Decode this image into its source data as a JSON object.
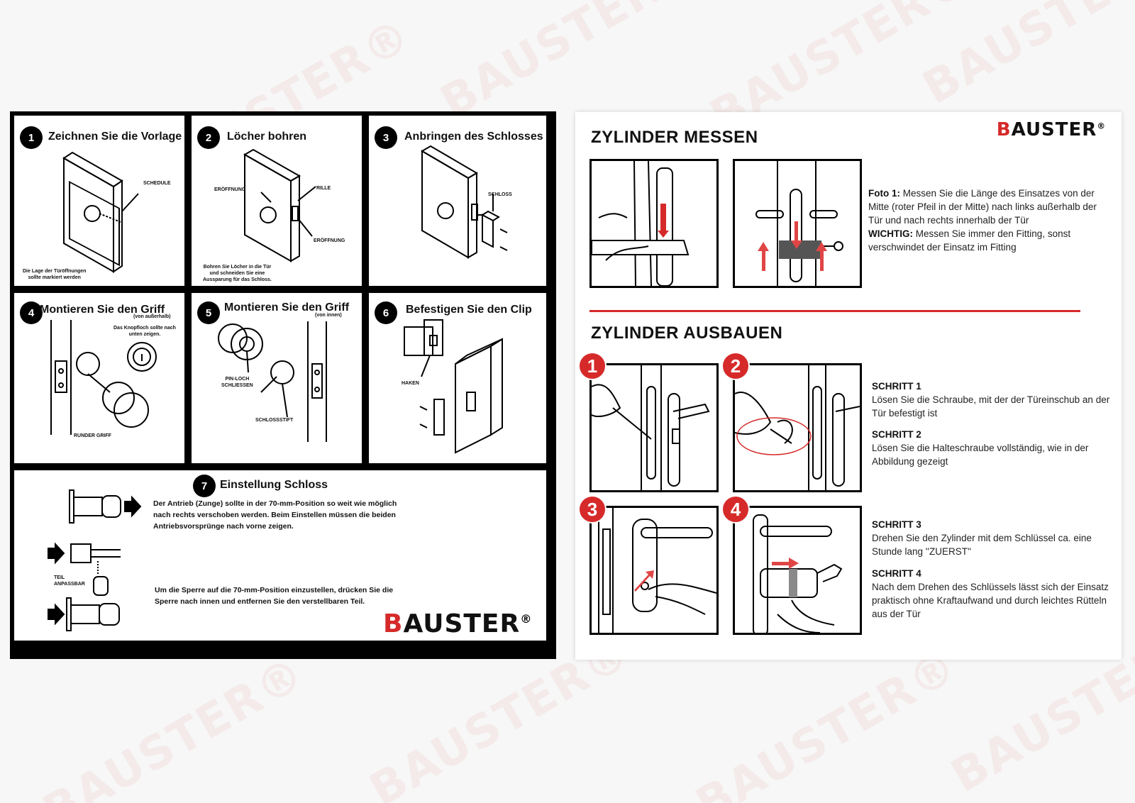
{
  "brand": "BAUSTER",
  "brand_first_letter": "B",
  "brand_rest": "AUSTER",
  "brand_reg": "®",
  "colors": {
    "accent": "#d62a2a",
    "black": "#000000"
  },
  "left": {
    "steps": [
      {
        "number": "1",
        "title": "Zeichnen Sie die Vorlage",
        "labels": [
          "SCHEDULE"
        ],
        "note": "Die Lage der Türöffnungen\nsollte markiert werden"
      },
      {
        "number": "2",
        "title": "Löcher bohren",
        "labels": [
          "ERÖFFNUNG",
          "RILLE",
          "ERÖFFNUNG"
        ],
        "note": "Bohren Sie Löcher in die Tür\nund schneiden Sie eine\nAussparung für das Schloss."
      },
      {
        "number": "3",
        "title": "Anbringen des Schlosses",
        "labels": [
          "SCHLOSS"
        ]
      },
      {
        "number": "4",
        "title": "Montieren Sie den Griff",
        "subtitle": "(von außerhalb)",
        "labels": [
          "Das Knopfloch sollte nach\nunten zeigen.",
          "RUNDER GRIFF"
        ]
      },
      {
        "number": "5",
        "title": "Montieren Sie den Griff",
        "subtitle": "(von innen)",
        "labels": [
          "PIN-LOCH\nSCHLIESSEN",
          "SCHLOSSSTIFT"
        ]
      },
      {
        "number": "6",
        "title": "Befestigen Sie den Clip",
        "labels": [
          "HAKEN"
        ]
      },
      {
        "number": "7",
        "title": "Einstellung Schloss",
        "labels": [
          "TEIL\nANPASSBAR"
        ],
        "text1": "Der Antrieb (Zunge) sollte in der 70-mm-Position so weit wie möglich nach rechts verschoben werden. Beim Einstellen müssen die beiden Antriebsvorsprünge nach vorne zeigen.",
        "text2": "Um die Sperre auf die 70-mm-Position einzustellen, drücken Sie die Sperre nach innen und entfernen Sie den verstellbaren Teil."
      }
    ]
  },
  "right": {
    "section1_title": "ZYLINDER MESSEN",
    "photo1_label": "Foto 1:",
    "photo1_text": " Messen Sie die Länge des Einsatzes von der Mitte (roter Pfeil in der Mitte) nach links außerhalb der Tür und nach rechts innerhalb der Tür",
    "important_label": "WICHTIG:",
    "important_text": " Messen Sie immer den Fitting, sonst verschwindet der Einsatz im Fitting",
    "section2_title": "ZYLINDER AUSBAUEN",
    "badges": [
      "1",
      "2",
      "3",
      "4"
    ],
    "steps": [
      {
        "title": "SCHRITT 1",
        "text": "Lösen Sie die Schraube, mit der der Türeinschub an der Tür befestigt ist"
      },
      {
        "title": "SCHRITT 2",
        "text": "Lösen Sie die Halteschraube vollständig, wie in der Abbildung gezeigt"
      },
      {
        "title": "SCHRITT 3",
        "text": "Drehen Sie den Zylinder mit dem Schlüssel ca. eine Stunde lang ''ZUERST''"
      },
      {
        "title": "SCHRITT 4",
        "text": "Nach dem Drehen des Schlüssels lässt sich der Einsatz praktisch ohne Kraftaufwand und durch leichtes Rütteln aus der Tür"
      }
    ]
  }
}
